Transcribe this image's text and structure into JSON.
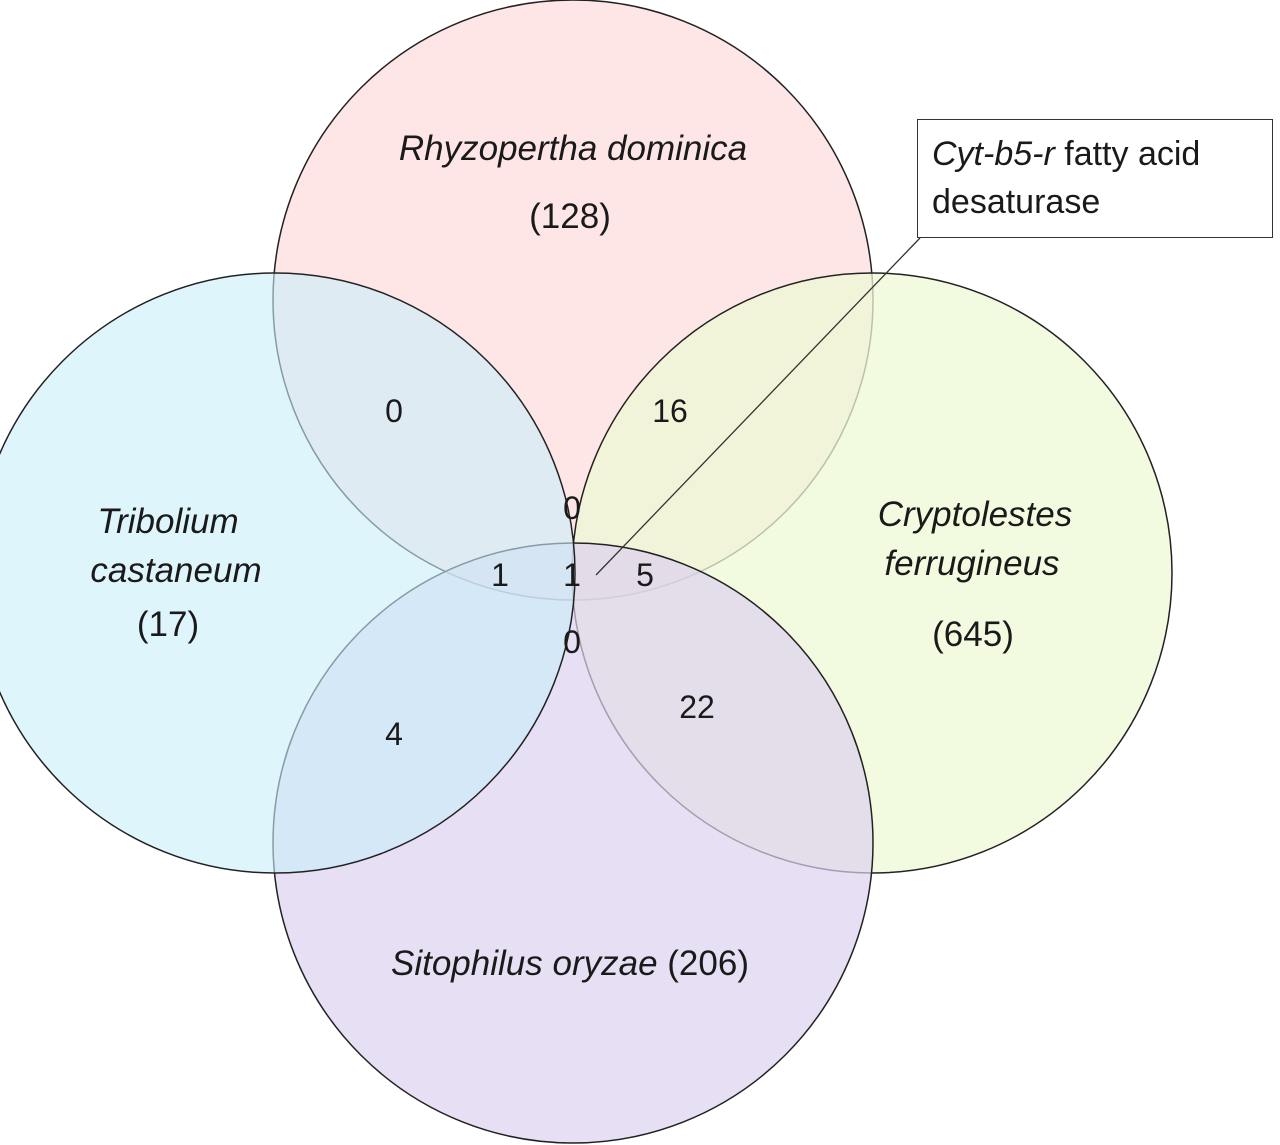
{
  "sets": [
    {
      "key": "rhyzopertha",
      "name": "Rhyzopertha dominica",
      "count": "(128)",
      "color": "#fddede"
    },
    {
      "key": "tribolium",
      "name_line1": "Tribolium",
      "name_line2": "castaneum",
      "count": "(17)",
      "color": "#d8f3fb"
    },
    {
      "key": "cryptolestes",
      "name_line1": "Cryptolestes",
      "name_line2": "ferrugineus",
      "count": "(645)",
      "color": "#eef8d6"
    },
    {
      "key": "sitophilus",
      "name": "Sitophilus oryzae",
      "count": "(206)",
      "color": "#e3daf1"
    }
  ],
  "regions": {
    "rhyzo_tribo": "0",
    "rhyzo_crypto": "16",
    "rhyzo_tribo_crypto": "0",
    "rhyzo_tribo_sito": "1",
    "all_four": "1",
    "rhyzo_crypto_sito": "5",
    "tribo_crypto_sito": "0",
    "tribo_sito": "4",
    "crypto_sito": "22"
  },
  "callout": {
    "gene": "Cyt-b5-r",
    "text_rest": " fatty acid",
    "text_line2": "desaturase"
  }
}
